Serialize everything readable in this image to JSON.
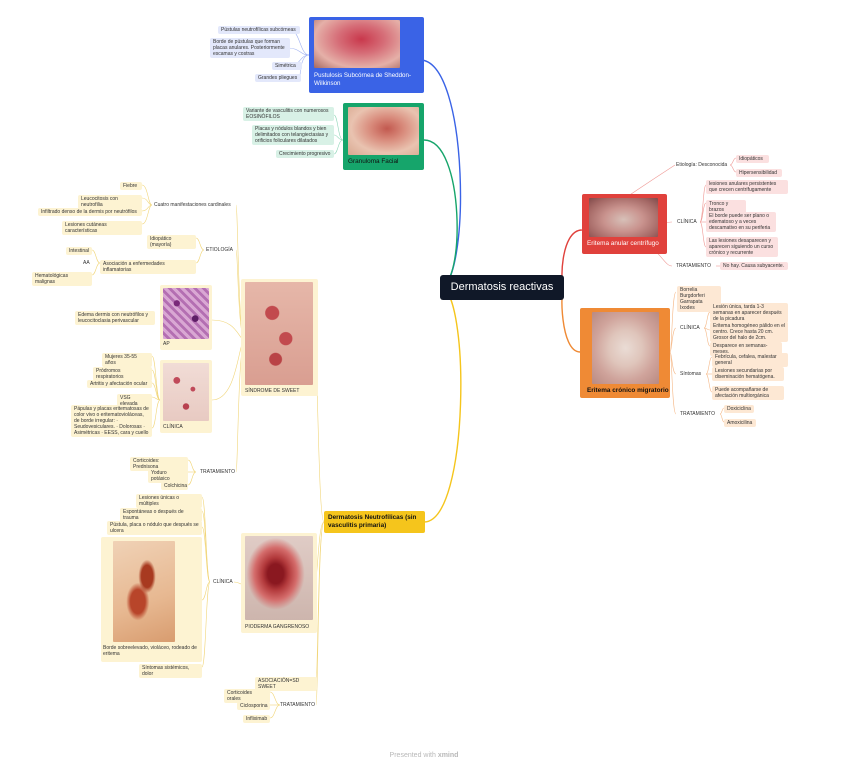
{
  "center": "Dermatosis reactivas",
  "pustulosis": {
    "title": "Pustulosis Subcórnea de Sheddon-Wilkinson",
    "items": [
      "Pústulas neutrofílicas subcórneas",
      "Borde de pústulas que forman placas anulares. Posteriormente escamas y costras",
      "Simétrica",
      "Grandes pliegues"
    ]
  },
  "granuloma": {
    "title": "Granuloma Facial",
    "items": [
      "Variante de vasculitis con numerosos EOSINÓFILOS",
      "Placas y nódulos blandos y bien delimitados con telangiectasias y orificios foliculares dilatados",
      "Crecimiento progresivo"
    ]
  },
  "eritema_anular": {
    "title": "Eritema anular centrífugo",
    "etiologia_label": "Etiología: Desconocida",
    "etiologia_items": [
      "Idiopáticos",
      "Hipersensibilidad"
    ],
    "clinica_label": "CLÍNICA",
    "clinica_items": [
      "lesiones anulares persistentes que crecen centrífugamente",
      "Tronco y brazos",
      "El borde puede ser plano o edematoso y a veces descamativo en su periferia",
      "Las lesiones desaparecen y aparecen siguiendo un curso crónico y recurrente"
    ],
    "tratamiento_label": "TRATAMIENTO",
    "tratamiento_value": "No hay. Causa subyacente."
  },
  "eritema_cronico": {
    "title": "Eritema crónico migratorio",
    "cause": "Borrelia Burgdorferi Garrapata Ixodes",
    "clinica_label": "CLÍNICA",
    "clinica_items": [
      "Lesión única, tarda 1-3 semanas en aparecer después de la picadura",
      "Eritema homogéneo pálido en el centro. Crece hasta 20 cm. Grosor del halo de 2cm.",
      "Desparece en semanas-meses."
    ],
    "sintomas_label": "Síntomas",
    "sintomas_items": [
      "Febrícula, cefalea, malestar general",
      "Lesiones secundarias por diseminación hematógena.",
      "Puede acompañarse de afectación multiorgánica"
    ],
    "tratamiento_label": "TRATAMIENTO",
    "tratamiento_items": [
      "Doxiciclina",
      "Amoxicilina"
    ]
  },
  "neutrofilicas": {
    "title": "Dermatosis Neutrofílicas (sin vasculitis primaria)",
    "sweet": {
      "label": "SÍNDROME DE SWEET",
      "manifestaciones_label": "Cuatro manifestaciones cardinales",
      "manifestaciones": [
        "Fiebre",
        "Leucocitosis con neutrofilia",
        "Infiltrado denso de la dermis por neutrófilos",
        "Lesiones cutáneas características"
      ],
      "etiologia_label": "ETIOLOGÍA",
      "etiologia_items": [
        "Idiopático (mayoría)",
        "Asociación a enfermedades inflamatorias"
      ],
      "asociacion_label": "AA",
      "asociacion_items": [
        "Intestinal",
        "Hematológicas malignas"
      ],
      "ap_label": "AP",
      "ap_text": "Edema dermis con neutrófilos y leucocitoclasia perivascular",
      "clinica_label": "CLÍNICA",
      "clinica_items": [
        "Mujeres 35-55 años",
        "Pródromos respiratorios",
        "Artritis y afectación ocular",
        "VSG elevada",
        "Pápulas y placas eritematosas de color vivo o eritematovioláceas, de borde irregular: · Seudovesiculares. · Dolorosas · Asimétricas · EESS, cara y cuello"
      ],
      "tratamiento_label": "TRATAMIENTO",
      "tratamiento_items": [
        "Corticoides: Prednisona",
        "Yoduro potásico",
        "Colchicina"
      ]
    },
    "pioderma": {
      "label": "PIODERMA GANGRENOSO",
      "clinica_label": "CLÍNICA",
      "clinica_items": [
        "Lesiones únicas o múltiples",
        "Espontáneas o después de trauma",
        "Pústula, placa o nódulo que después se ulcera",
        "Borde sobreelevado, violáceo, rodeado de eritema",
        "Síntomas sistémicos, dolor"
      ],
      "asociacion_label": "ASOCIACIÓN=SD SWEET",
      "tratamiento_label": "TRATAMIENTO",
      "tratamiento_items": [
        "Corticoides orales",
        "Ciclosporina",
        "Infliximab"
      ]
    }
  },
  "footer_prefix": "Presented with",
  "footer_brand": "xmind",
  "colors": {
    "blue": "#3a63e6",
    "green": "#16a56b",
    "red": "#e0413c",
    "orange": "#ef8a35",
    "yellow": "#f5c51c",
    "center": "#101828"
  }
}
